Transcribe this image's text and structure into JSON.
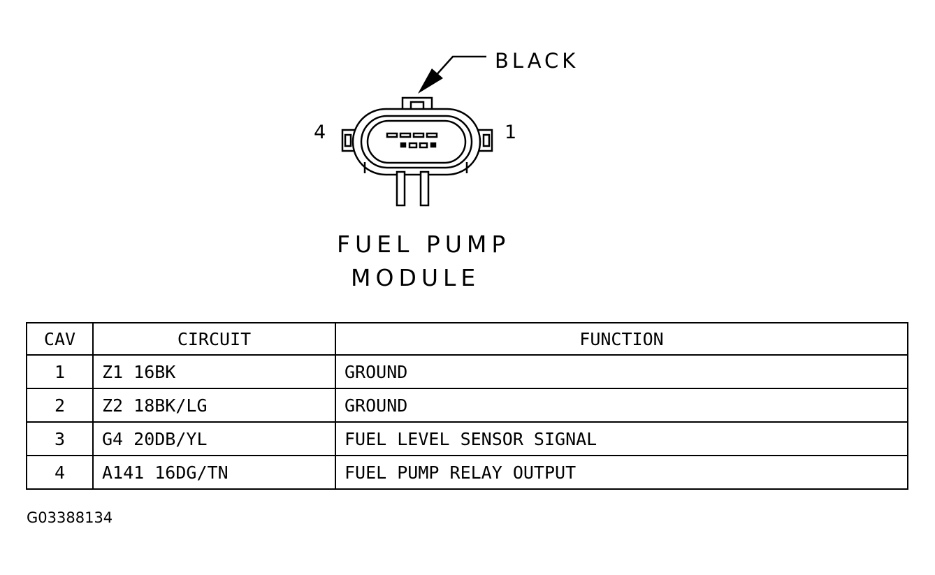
{
  "connector": {
    "color_label": "BLACK",
    "pin_left": "4",
    "pin_right": "1",
    "name_line1": "FUEL PUMP",
    "name_line2": "MODULE"
  },
  "table": {
    "headers": {
      "cav": "CAV",
      "circuit": "CIRCUIT",
      "function": "FUNCTION"
    },
    "rows": [
      {
        "cav": "1",
        "circuit": "Z1 16BK",
        "function": "GROUND"
      },
      {
        "cav": "2",
        "circuit": "Z2 18BK/LG",
        "function": "GROUND"
      },
      {
        "cav": "3",
        "circuit": "G4 20DB/YL",
        "function": "FUEL LEVEL SENSOR SIGNAL"
      },
      {
        "cav": "4",
        "circuit": "A141 16DG/TN",
        "function": "FUEL PUMP RELAY OUTPUT"
      }
    ]
  },
  "figure_code": "G03388134"
}
